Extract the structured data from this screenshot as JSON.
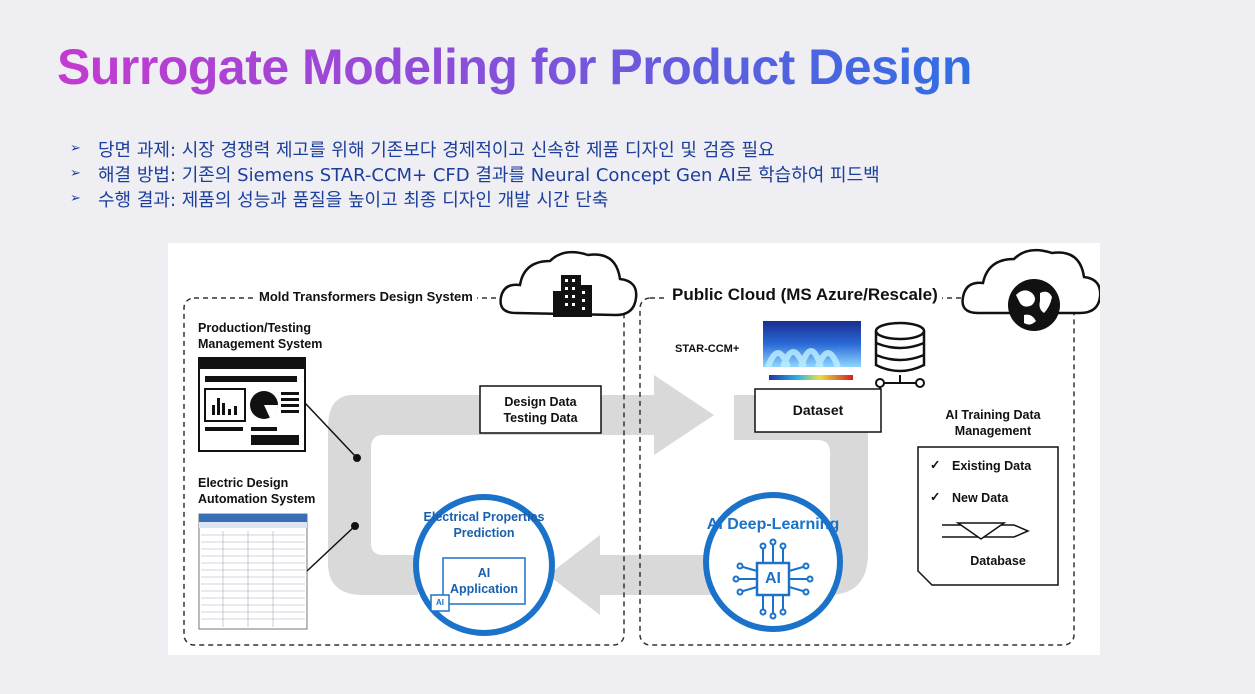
{
  "title": "Surrogate Modeling for Product Design",
  "bullets": [
    "당면 과제: 시장 경쟁력 제고를 위해 기존보다 경제적이고 신속한 제품 디자인 및 검증 필요",
    "해결 방법: 기존의 Siemens STAR-CCM+ CFD 결과를 Neural Concept Gen AI로 학습하여 피드백",
    "수행 결과: 제품의 성능과 품질을 높이고 최종 디자인 개발 시간 단축"
  ],
  "bullet_icon": "arrowhead-icon",
  "diagram": {
    "left_system": "Mold Transformers Design System",
    "right_system": "Public Cloud (MS Azure/Rescale)",
    "production_testing": "Production/Testing\nManagement System",
    "electric_design": "Electric Design\nAutomation System",
    "design_data": "Design Data\nTesting Data",
    "star_ccm": "STAR-CCM+",
    "dataset": "Dataset",
    "ai_training": "AI Training Data\nManagement",
    "existing_data": "Existing Data",
    "new_data": "New Data",
    "database": "Database",
    "ai_deep_learning": "AI Deep-Learning",
    "ai_chip_label": "AI",
    "electrical_prediction": "Electrical Properties\nPrediction",
    "ai_application": "AI\nApplication",
    "ai_small_label": "AI",
    "check_mark": "✓"
  },
  "colors": {
    "title_start": "#c43ad0",
    "title_end": "#2f6fe3",
    "bullet_text": "#1d3e9c",
    "accent_blue": "#1a72c9"
  }
}
